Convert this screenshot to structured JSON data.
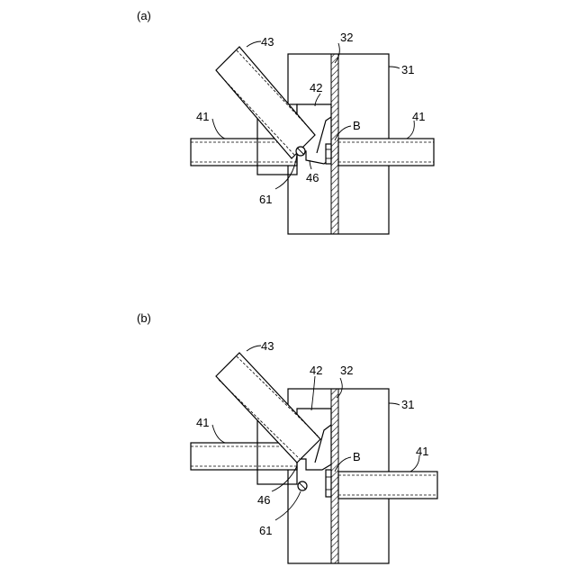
{
  "panels": [
    {
      "caption": "(a)",
      "labels": {
        "pipe_diagonal": "43",
        "gusset": "42",
        "plate": "32",
        "column": "31",
        "pipe_left": "41",
        "pipe_right": "41",
        "bolt": "B",
        "notch": "46",
        "pin": "61"
      }
    },
    {
      "caption": "(b)",
      "labels": {
        "pipe_diagonal": "43",
        "gusset": "42",
        "plate": "32",
        "column": "31",
        "pipe_left": "41",
        "pipe_right": "41",
        "bolt": "B",
        "notch": "46",
        "pin": "61"
      }
    }
  ]
}
